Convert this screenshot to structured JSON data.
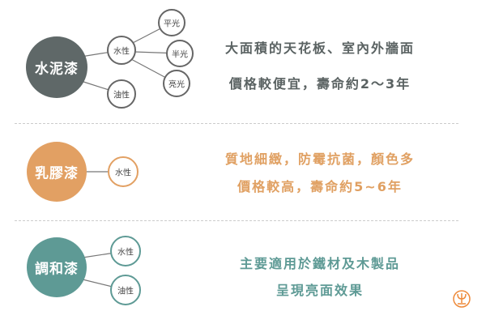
{
  "sections": [
    {
      "title": "水泥漆",
      "color": "#5f6868",
      "branches": [
        "水性",
        "油性"
      ],
      "sub": [
        "平光",
        "半光",
        "亮光"
      ],
      "lines": [
        "大面積的天花板、室內外牆面",
        "價格較便宜，壽命約2～3年"
      ]
    },
    {
      "title": "乳膠漆",
      "color": "#e2a063",
      "branches": [
        "水性"
      ],
      "lines": [
        "質地細緻，防霉抗菌，顏色多",
        "價格較高，壽命約5~6年"
      ]
    },
    {
      "title": "調和漆",
      "color": "#5e9a95",
      "branches": [
        "水性",
        "油性"
      ],
      "lines": [
        "主要適用於鐵材及木製品",
        "呈現亮面效果"
      ]
    }
  ],
  "logo_color": "#ee8a3a"
}
